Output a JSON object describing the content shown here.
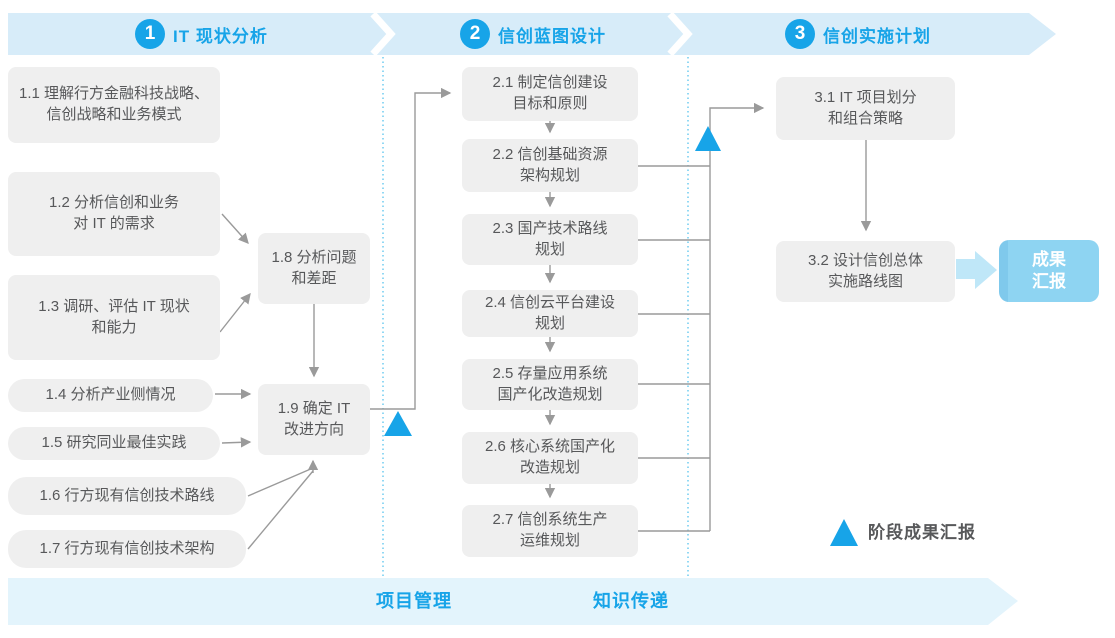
{
  "phases": [
    {
      "number": "1",
      "title": "IT 现状分析"
    },
    {
      "number": "2",
      "title": "信创蓝图设计"
    },
    {
      "number": "3",
      "title": "信创实施计划"
    }
  ],
  "nodes": {
    "n1_1": "1.1 理解行方金融科技战略、\n信创战略和业务模式",
    "n1_2": "1.2 分析信创和业务\n对 IT 的需求",
    "n1_3": "1.3 调研、评估 IT 现状\n和能力",
    "n1_4": "1.4 分析产业侧情况",
    "n1_5": "1.5 研究同业最佳实践",
    "n1_6": "1.6 行方现有信创技术路线",
    "n1_7": "1.7 行方现有信创技术架构",
    "n1_8": "1.8 分析问题\n和差距",
    "n1_9": "1.9 确定 IT\n改进方向",
    "n2_1": "2.1 制定信创建设\n目标和原则",
    "n2_2": "2.2 信创基础资源\n架构规划",
    "n2_3": "2.3 国产技术路线\n规划",
    "n2_4": "2.4 信创云平台建设\n规划",
    "n2_5": "2.5 存量应用系统\n国产化改造规划",
    "n2_6": "2.6 核心系统国产化\n改造规划",
    "n2_7": "2.7 信创系统生产\n运维规划",
    "n3_1": "3.1 IT 项目划分\n和组合策略",
    "n3_2": "3.2 设计信创总体\n实施路线图",
    "report": "成果\n汇报"
  },
  "legend": {
    "triangle_label": "阶段成果汇报"
  },
  "footer": {
    "project_mgmt": "项目管理",
    "knowledge_transfer": "知识传递"
  },
  "colors": {
    "accent_blue": "#17A4E8",
    "band_blue": "#D7ECF9",
    "footer_band_blue": "#E3F4FC",
    "dotted_divider_blue": "#49BFEC",
    "node_gray": "#EFEFEF",
    "arrow_gray": "#9A9A9A",
    "text_gray": "#57585A",
    "report_box_blue": "#8ED4F2",
    "block_arrow_blue": "#BFE7F8"
  }
}
